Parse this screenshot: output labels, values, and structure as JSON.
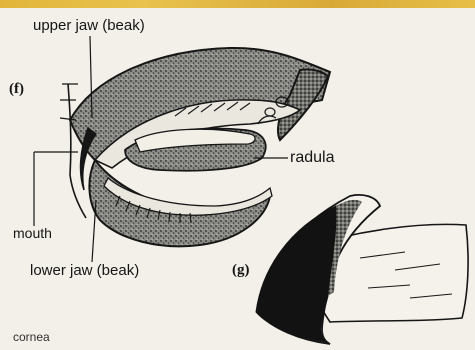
{
  "figure": {
    "panel_f": "(f)",
    "panel_g": "(g)",
    "labels": {
      "upper_jaw": "upper jaw (beak)",
      "radula": "radula",
      "mouth": "mouth",
      "lower_jaw": "lower jaw (beak)"
    },
    "caption_fragment": "cornea"
  },
  "colors": {
    "ink": "#161616",
    "paper": "#f2f0e8",
    "top_band": "#e2b53a",
    "stipple": "#5a5a5a"
  }
}
